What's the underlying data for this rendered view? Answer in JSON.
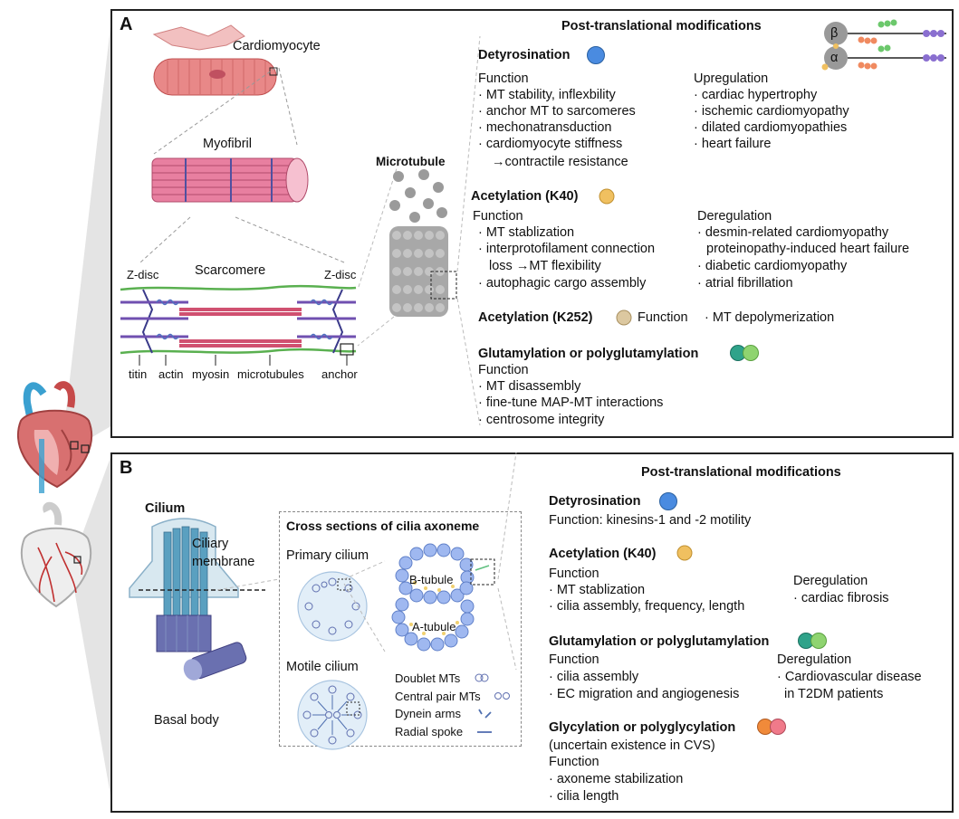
{
  "panel_a": {
    "letter": "A",
    "ptm_header": "Post-translational modifications",
    "labels": {
      "cardiomyocyte": "Cardiomyocyte",
      "myofibril": "Myofibril",
      "sarcomere": "Scarcomere",
      "zdisc_left": "Z-disc",
      "zdisc_right": "Z-disc",
      "microtubule": "Microtubule",
      "titin": "titin",
      "actin": "actin",
      "myosin": "myosin",
      "microtubules": "microtubules",
      "anchor": "anchor",
      "beta": "β",
      "alpha": "α"
    },
    "detyrosination": {
      "title": "Detyrosination",
      "function_title": "Function",
      "function_items": [
        "· MT stability, inflexbility",
        "· anchor MT to sarcomeres",
        "· mechonatransduction",
        "· cardiomyocyte stiffness",
        "→contractile resistance"
      ],
      "reg_title": "Upregulation",
      "reg_items": [
        "· cardiac hypertrophy",
        "· ischemic cardiomyopathy",
        "· dilated cardiomyopathies",
        "· heart failure"
      ]
    },
    "acetylation_k40": {
      "title": "Acetylation (K40)",
      "function_title": "Function",
      "function_items": [
        "· MT stablization",
        "· interprotofilament connection",
        "loss →MT flexibility",
        "· autophagic cargo assembly"
      ],
      "reg_title": "Deregulation",
      "reg_items": [
        "· desmin-related cardiomyopathy",
        "proteinopathy-induced heart failure",
        "· diabetic cardiomyopathy",
        "· atrial fibrillation"
      ]
    },
    "acetylation_k252": {
      "title": "Acetylation (K252)",
      "function_title": "Function",
      "function_item": "· MT depolymerization"
    },
    "glutamylation": {
      "title": "Glutamylation or polyglutamylation",
      "function_title": "Function",
      "function_items": [
        "· MT disassembly",
        "· fine-tune MAP-MT interactions",
        "· centrosome integrity"
      ]
    }
  },
  "panel_b": {
    "letter": "B",
    "ptm_header": "Post-translational modifications",
    "labels": {
      "cilium": "Cilium",
      "ciliary_membrane_1": "Ciliary",
      "ciliary_membrane_2": "membrane",
      "basal_body": "Basal body",
      "cross_sections": "Cross sections of  cilia axoneme",
      "primary_cilium": "Primary cilium",
      "motile_cilium": "Motile cilium",
      "b_tubule": "B-tubule",
      "a_tubule": "A-tubule",
      "doublet_mts": "Doublet MTs",
      "central_pair_mts": "Central pair MTs",
      "dynein_arms": "Dynein arms",
      "radial_spoke": "Radial spoke"
    },
    "detyrosination": {
      "title": "Detyrosination",
      "function_line": "Function: kinesins-1 and -2 motility"
    },
    "acetylation_k40": {
      "title": "Acetylation (K40)",
      "function_title": "Function",
      "function_items": [
        "· MT stablization",
        "· cilia assembly, frequency, length"
      ],
      "reg_title": "Deregulation",
      "reg_items": [
        "· cardiac fibrosis"
      ]
    },
    "glutamylation": {
      "title": "Glutamylation or polyglutamylation",
      "function_title": "Function",
      "function_items": [
        "· cilia assembly",
        "· EC migration and angiogenesis"
      ],
      "reg_title": "Deregulation",
      "reg_items": [
        "· Cardiovascular disease",
        "in T2DM patients"
      ]
    },
    "glycylation": {
      "title": "Glycylation or polyglycylation",
      "note": "(uncertain existence in CVS)",
      "function_title": "Function",
      "function_items": [
        "· axoneme stabilization",
        "· cilia length"
      ]
    }
  },
  "colors": {
    "detyrosination": "#4a8be0",
    "acetylation_k40": "#f0c060",
    "acetylation_k252": "#dcc8a0",
    "glutamylation_a": "#2fa38a",
    "glutamylation_b": "#8fd470",
    "glycylation_a": "#f08a3a",
    "glycylation_b": "#f07a8a",
    "heart": "#c85a5a",
    "myofibril": "#d45a7a",
    "cilium": "#5aa0c0"
  }
}
